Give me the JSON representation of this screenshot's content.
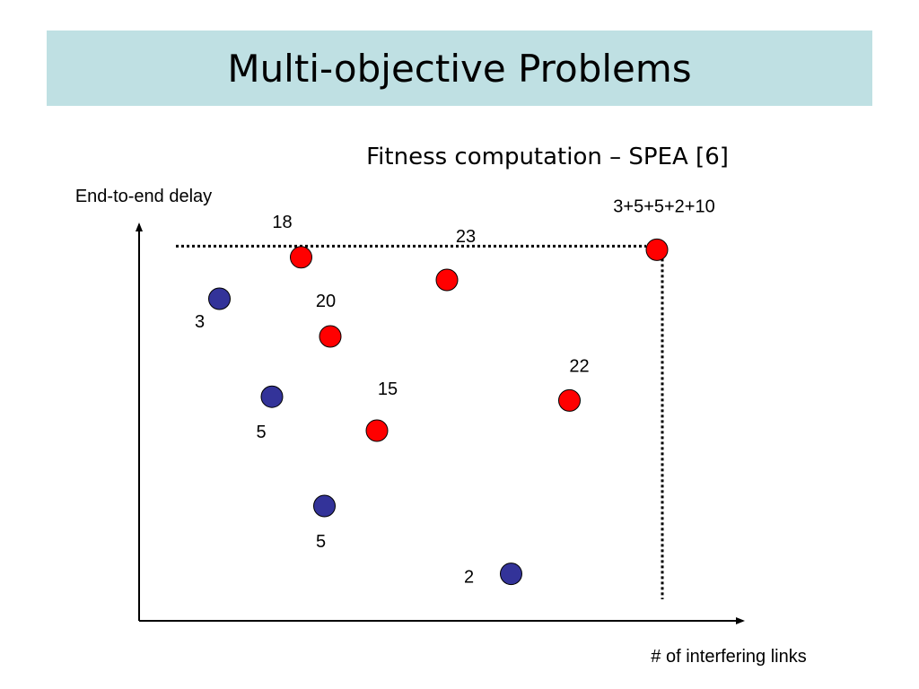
{
  "slide": {
    "title": "Multi-objective Problems",
    "subtitle": "Fitness computation – SPEA [6]"
  },
  "colors": {
    "banner": "#bfe0e3",
    "dominated": "#ff0000",
    "nondominated": "#333399"
  },
  "axes": {
    "y_label": "End-to-end delay",
    "x_label": "# of interfering links"
  },
  "chart_data": {
    "type": "scatter",
    "xlim": [
      0,
      100
    ],
    "ylim": [
      0,
      100
    ],
    "series": [
      {
        "kind": "nondominated",
        "points": [
          {
            "x": 13,
            "y": 85,
            "label": "3"
          },
          {
            "x": 22,
            "y": 59,
            "label": "5"
          },
          {
            "x": 31,
            "y": 30,
            "label": "5"
          },
          {
            "x": 63,
            "y": 12,
            "label": "2"
          }
        ]
      },
      {
        "kind": "dominated",
        "points": [
          {
            "x": 27,
            "y": 96,
            "label": "18"
          },
          {
            "x": 32,
            "y": 75,
            "label": "20"
          },
          {
            "x": 40,
            "y": 50,
            "label": "15"
          },
          {
            "x": 52,
            "y": 90,
            "label": "23"
          },
          {
            "x": 73,
            "y": 58,
            "label": "22"
          },
          {
            "x": 88,
            "y": 98,
            "label": "3+5+5+2+10"
          }
        ]
      }
    ]
  }
}
